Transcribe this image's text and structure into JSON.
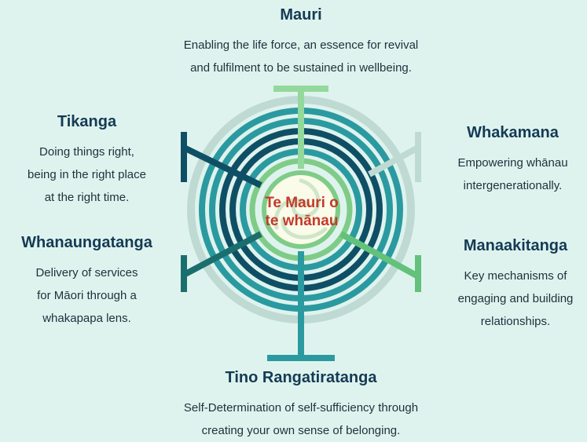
{
  "center": {
    "line1": "Te Mauri o",
    "line2": "te whānau"
  },
  "nodes": {
    "mauri": {
      "title": "Mauri",
      "lines": [
        "Enabling the life force, an essence for revival",
        "and fulfilment to be sustained in wellbeing."
      ]
    },
    "tikanga": {
      "title": "Tikanga",
      "lines": [
        "Doing things right,",
        "being in the right place",
        "at the right time."
      ]
    },
    "whakamana": {
      "title": "Whakamana",
      "lines": [
        "Empowering whānau",
        "intergenerationally."
      ]
    },
    "whanaungatanga": {
      "title": "Whanaungatanga",
      "lines": [
        "Delivery of services",
        "for Māori through a",
        "whakapapa lens."
      ]
    },
    "manaakitanga": {
      "title": "Manaakitanga",
      "lines": [
        "Key mechanisms of",
        "engaging and building",
        "relationships."
      ]
    },
    "tino": {
      "title": "Tino Rangatiratanga",
      "lines": [
        "Self-Determination of self-sufficiency through",
        "creating your own sense of belonging."
      ]
    }
  },
  "colors": {
    "background": "#dff3ee",
    "ring_light": "#bfd9d3",
    "ring_teal": "#2b9aa0",
    "ring_dark": "#0f4f65",
    "ring_green": "#7fcc88",
    "center_fill": "#fbfbea",
    "center_text": "#c23a2a"
  }
}
